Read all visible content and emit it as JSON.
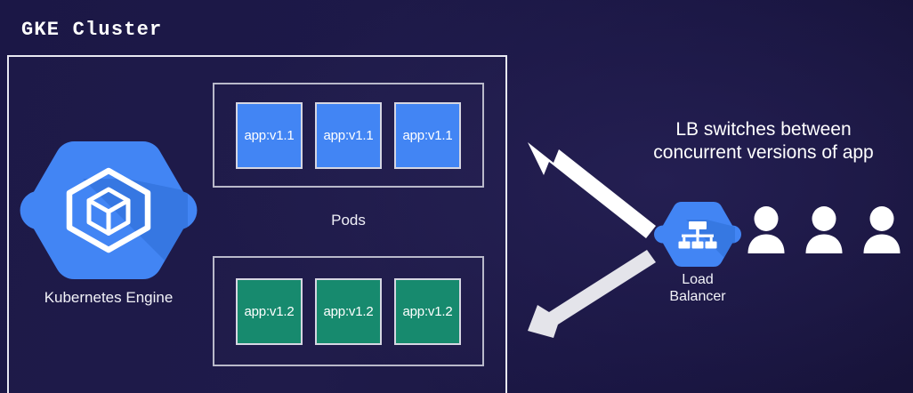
{
  "diagram": {
    "title": "GKE Cluster",
    "background_color": "#1b1746",
    "cluster": {
      "name": "GKE Cluster",
      "pods_label": "Pods",
      "pod_groups": [
        {
          "version": "v1.1",
          "color": "#4285f4",
          "pods": [
            {
              "label": "app:v1.1"
            },
            {
              "label": "app:v1.1"
            },
            {
              "label": "app:v1.1"
            }
          ]
        },
        {
          "version": "v1.2",
          "color": "#178a6e",
          "pods": [
            {
              "label": "app:v1.2"
            },
            {
              "label": "app:v1.2"
            },
            {
              "label": "app:v1.2"
            }
          ]
        }
      ],
      "engine": {
        "label": "Kubernetes Engine",
        "icon": "kubernetes-engine-hexagon-icon",
        "color": "#4285f4"
      }
    },
    "load_balancer": {
      "label": "Load\nBalancer",
      "icon": "load-balancer-hexagon-icon",
      "color": "#4285f4"
    },
    "users": {
      "icon": "user-icon",
      "count": 3,
      "color": "#ffffff"
    },
    "callout": {
      "line1": "LB switches between",
      "line2": "concurrent versions of app",
      "color": "#ffffff"
    },
    "arrows": [
      {
        "name": "arrow-lb-to-v11",
        "direction": "up-left",
        "color": "#ffffff"
      },
      {
        "name": "arrow-lb-to-v12",
        "direction": "down-left",
        "color": "#e2e2e8"
      }
    ]
  }
}
